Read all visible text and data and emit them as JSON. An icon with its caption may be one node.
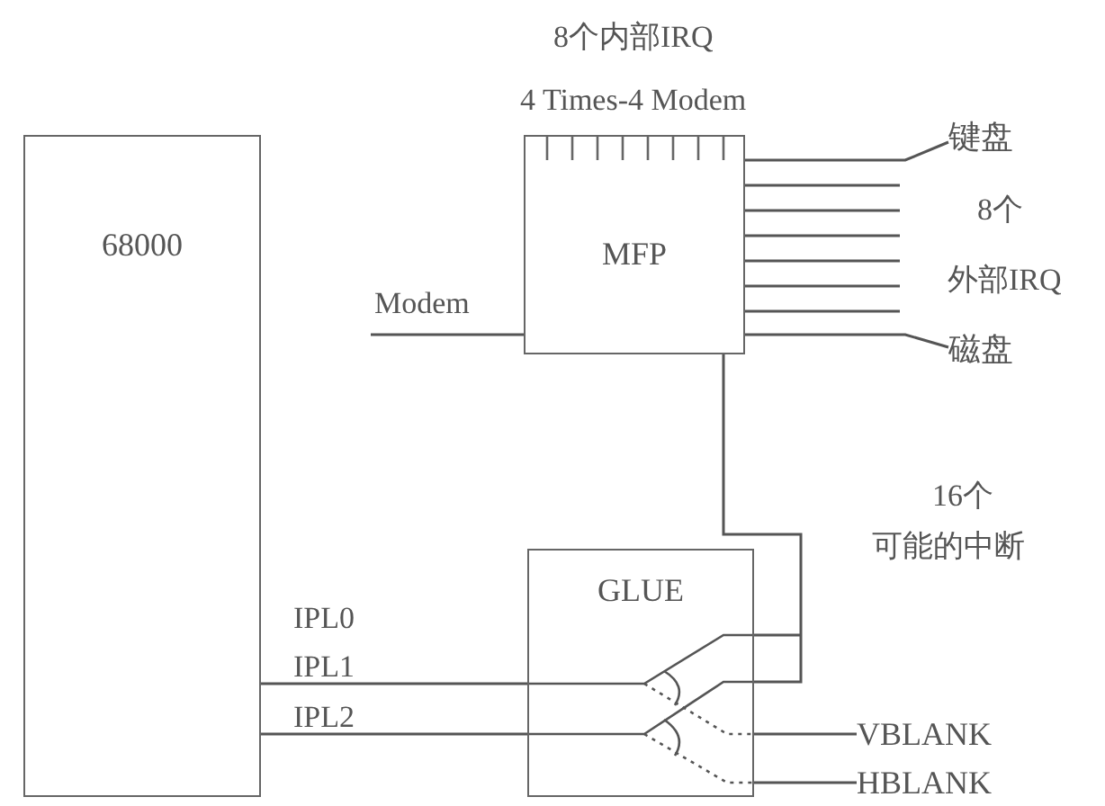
{
  "diagram": {
    "nodes": [
      {
        "text": [
          "68000"
        ]
      },
      {
        "text": [
          "MFP"
        ]
      },
      {
        "text": [
          "GLUE"
        ]
      },
      {
        "text": [
          "键盘"
        ]
      },
      {
        "text": [
          "磁盘"
        ]
      },
      {
        "text": [
          "VBLANK"
        ]
      },
      {
        "text": [
          "HBLANK"
        ]
      }
    ],
    "edges": [
      {
        "from": null,
        "to": 1,
        "arrow": "none"
      },
      {
        "from": 1,
        "to": 3,
        "arrow": "none"
      },
      {
        "from": 1,
        "to": null,
        "arrow": "none"
      },
      {
        "from": 1,
        "to": null,
        "arrow": "none"
      },
      {
        "from": 1,
        "to": null,
        "arrow": "none"
      },
      {
        "from": 1,
        "to": null,
        "arrow": "none"
      },
      {
        "from": 1,
        "to": null,
        "arrow": "none"
      },
      {
        "from": 1,
        "to": null,
        "arrow": "none"
      },
      {
        "from": 1,
        "to": 4,
        "arrow": "none"
      },
      {
        "from": 1,
        "to": 2,
        "arrow": "none"
      },
      {
        "from": 0,
        "to": 2,
        "arrow": "none"
      },
      {
        "from": 0,
        "to": 2,
        "arrow": "none"
      },
      {
        "from": 5,
        "to": 2,
        "arrow": "none"
      },
      {
        "from": 6,
        "to": 2,
        "arrow": "none"
      }
    ],
    "labels": [
      "8个内部IRQ",
      "4 Times-4 Modem",
      "Modem",
      "8个",
      "外部IRQ",
      "16个",
      "可能的中断",
      "IPL0",
      "IPL1",
      "IPL2"
    ]
  }
}
